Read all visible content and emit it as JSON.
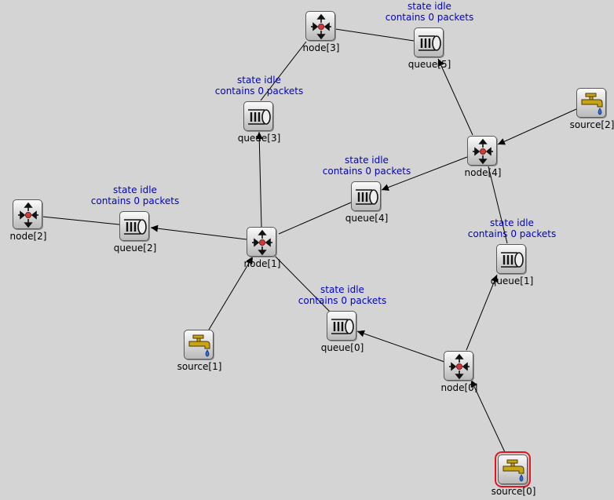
{
  "canvas": {
    "background": "#d4d4d4",
    "status_color": "#0000cc",
    "selection_color": "#e8141b"
  },
  "modules": {
    "node3": {
      "label": "node[3]",
      "icon": "router-icon"
    },
    "node4": {
      "label": "node[4]",
      "icon": "router-icon"
    },
    "node2": {
      "label": "node[2]",
      "icon": "router-icon"
    },
    "node1": {
      "label": "node[1]",
      "icon": "router-icon"
    },
    "node0": {
      "label": "node[0]",
      "icon": "router-icon"
    },
    "queue5": {
      "label": "queue[5]",
      "icon": "queue-icon",
      "state": "state idle",
      "contents": "contains 0 packets"
    },
    "queue3": {
      "label": "queue[3]",
      "icon": "queue-icon",
      "state": "state idle",
      "contents": "contains 0 packets"
    },
    "queue4": {
      "label": "queue[4]",
      "icon": "queue-icon",
      "state": "state idle",
      "contents": "contains 0 packets"
    },
    "queue2": {
      "label": "queue[2]",
      "icon": "queue-icon",
      "state": "state idle",
      "contents": "contains 0 packets"
    },
    "queue1": {
      "label": "queue[1]",
      "icon": "queue-icon",
      "state": "state idle",
      "contents": "contains 0 packets"
    },
    "queue0": {
      "label": "queue[0]",
      "icon": "queue-icon",
      "state": "state idle",
      "contents": "contains 0 packets"
    },
    "source2": {
      "label": "source[2]",
      "icon": "faucet-icon"
    },
    "source1": {
      "label": "source[1]",
      "icon": "faucet-icon"
    },
    "source0": {
      "label": "source[0]",
      "icon": "faucet-icon",
      "selected": true
    }
  }
}
